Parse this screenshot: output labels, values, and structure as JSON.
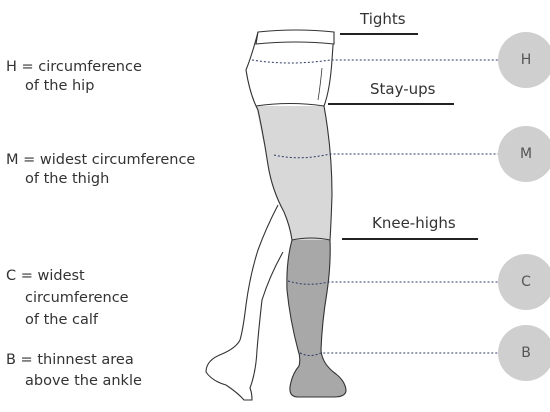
{
  "definitions": {
    "h": {
      "line1": "H = circumference",
      "line2": "of the hip"
    },
    "m": {
      "line1": "M = widest circumference",
      "line2": "of the thigh"
    },
    "c": {
      "line1": "C = widest",
      "line2": "circumference",
      "line3": "of the calf"
    },
    "b": {
      "line1": "B = thinnest area",
      "line2": "above the ankle"
    }
  },
  "types": {
    "tights": "Tights",
    "stay_ups": "Stay-ups",
    "knee_highs": "Knee-highs"
  },
  "markers": {
    "h": "H",
    "m": "M",
    "c": "C",
    "b": "B"
  },
  "colors": {
    "stay_ups_fill": "#d8d8d8",
    "knee_highs_fill": "#a8a8a8",
    "badge": "#cfcfcf",
    "dotted_line": "#2b3a67",
    "outline": "#333333"
  }
}
